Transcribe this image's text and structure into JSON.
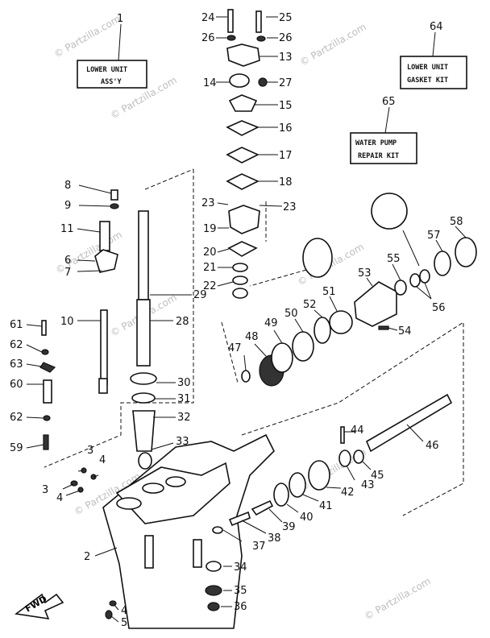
{
  "boxes": {
    "lower_unit_assy": {
      "line1": "LOWER UNIT",
      "line2": "ASS'Y",
      "ref": "1"
    },
    "gasket_kit": {
      "line1": "LOWER UNIT",
      "line2": "GASKET KIT",
      "ref": "64"
    },
    "water_pump": {
      "line1": "WATER PUMP",
      "line2": "REPAIR KIT",
      "ref": "65"
    }
  },
  "watermark": "© Partzilla.com",
  "fwd": "FWD",
  "labels": [
    "24",
    "25",
    "26",
    "26",
    "13",
    "14",
    "27",
    "15",
    "16",
    "17",
    "18",
    "8",
    "9",
    "23",
    "23",
    "11",
    "19",
    "6",
    "7",
    "20",
    "21",
    "22",
    "29",
    "28",
    "10",
    "61",
    "62",
    "63",
    "60",
    "62",
    "59",
    "3",
    "3",
    "4",
    "4",
    "2",
    "4",
    "5",
    "30",
    "31",
    "32",
    "33",
    "34",
    "35",
    "36",
    "37",
    "38",
    "39",
    "40",
    "41",
    "42",
    "43",
    "44",
    "45",
    "46",
    "47",
    "48",
    "49",
    "50",
    "52",
    "51",
    "53",
    "54",
    "55",
    "56",
    "57",
    "58"
  ]
}
